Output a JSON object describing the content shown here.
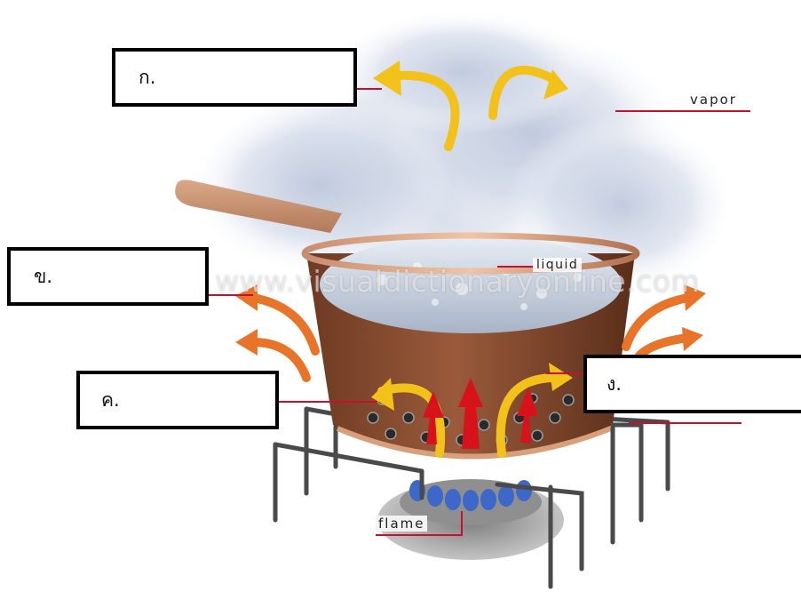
{
  "labels": {
    "box_a": "ก.",
    "box_b": "ข.",
    "box_c": "ค.",
    "box_d": "ง."
  },
  "captions": {
    "vapor": "vapor",
    "liquid": "liquid",
    "flame": "flame"
  },
  "watermark": "www.visualdictionaryonline.com",
  "colors": {
    "leader_line": "#c8102e",
    "convection_arrow": "#f2c21a",
    "heat_arrow": "#e8742a",
    "heat_rising_arrow": "#d8121b",
    "pot": "#8a4a2c",
    "burner_flame": "#3d67c9",
    "steam": "#c9d3e6"
  }
}
